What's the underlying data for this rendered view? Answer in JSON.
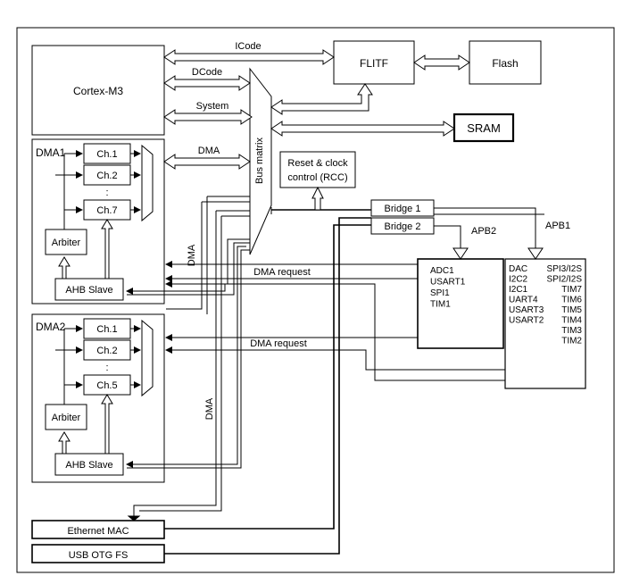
{
  "blocks": {
    "cortex": "Cortex-M3",
    "flitf": "FLITF",
    "flash": "Flash",
    "sram": "SRAM",
    "bus_matrix": "Bus matrix",
    "rcc_line1": "Reset & clock",
    "rcc_line2": "control (RCC)",
    "bridge1": "Bridge  1",
    "bridge2": "Bridge  2",
    "ethernet": "Ethernet MAC",
    "usb": "USB OTG FS"
  },
  "buses": {
    "icode": "ICode",
    "dcode": "DCode",
    "system": "System",
    "dma": "DMA",
    "apb1": "APB1",
    "apb2": "APB2",
    "dma_request": "DMA request"
  },
  "dma1": {
    "title": "DMA1",
    "channels": [
      "Ch.1",
      "Ch.2",
      "Ch.7"
    ],
    "ellipsis": ":",
    "arbiter": "Arbiter",
    "ahb_slave": "AHB Slave"
  },
  "dma2": {
    "title": "DMA2",
    "channels": [
      "Ch.1",
      "Ch.2",
      "Ch.5"
    ],
    "ellipsis": ":",
    "arbiter": "Arbiter",
    "ahb_slave": "AHB Slave"
  },
  "apb2_peripherals": [
    "ADC1",
    "USART1",
    "SPI1",
    "TIM1"
  ],
  "apb1_peripherals_left": [
    "DAC",
    "I2C2",
    "I2C1",
    "UART4",
    "USART3",
    "USART2"
  ],
  "apb1_peripherals_right": [
    "SPI3/I2S",
    "SPI2/I2S",
    "TIM7",
    "TIM6",
    "TIM5",
    "TIM4",
    "TIM3",
    "TIM2"
  ]
}
